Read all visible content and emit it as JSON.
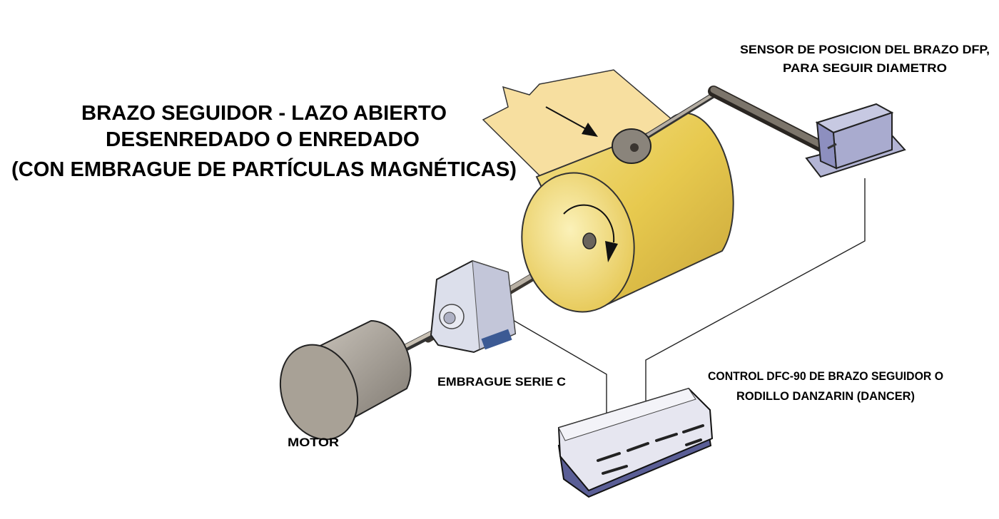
{
  "title": {
    "line1": "BRAZO SEGUIDOR - LAZO ABIERTO",
    "line2": "DESENREDADO O ENREDADO",
    "line3": "(CON EMBRAGUE DE PARTÍCULAS MAGNÉTICAS)"
  },
  "labels": {
    "sensor_line1": "SENSOR DE POSICION DEL BRAZO DFP,",
    "sensor_line2": "PARA SEGUIR DIAMETRO",
    "control_line1": "CONTROL DFC-90 DE BRAZO SEGUIDOR O",
    "control_line2": "RODILLO DANZARIN (DANCER)",
    "clutch": "EMBRAGUE SERIE C",
    "motor": "MOTOR"
  },
  "colors": {
    "paper": "#f7dfa0",
    "roll": "#e9cf5a",
    "metal": "#a09a90",
    "sensor": "#9ea0c8",
    "clutch": "#d6d8e6",
    "clutch_badge": "#3c5a94",
    "control": "#e4e4ee",
    "control_base": "#5a5e96"
  }
}
